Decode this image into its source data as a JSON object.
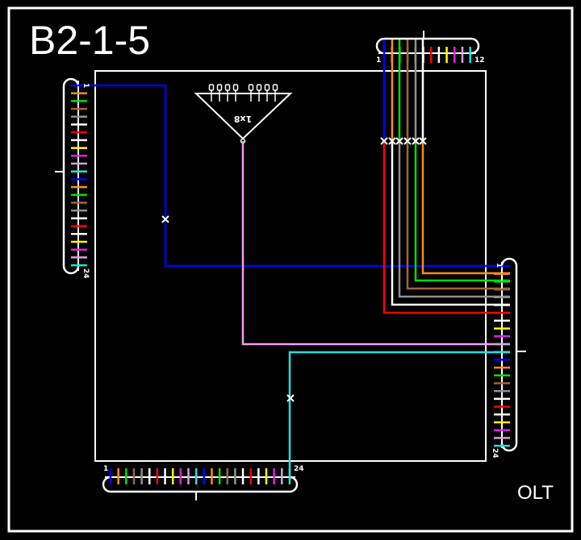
{
  "title": "B2-1-5",
  "equipment_label": "OLT",
  "splitter": {
    "label": "1x8",
    "ports": 8
  },
  "fiber_colors": [
    "#0000ff",
    "#ff8c1a",
    "#00e000",
    "#a0643c",
    "#909090",
    "#ffffff",
    "#ff0000",
    "#ffffff",
    "#ffff00",
    "#e020e0",
    "#d8a0d8",
    "#20e0e0"
  ],
  "cables": {
    "left": {
      "name": "left-cable",
      "fibers": 24,
      "start_label": "1",
      "end_label": "24"
    },
    "top": {
      "name": "top-cable",
      "fibers": 12,
      "start_label": "1",
      "end_label": "12"
    },
    "right": {
      "name": "right-cable",
      "fibers": 24,
      "start_label": "1",
      "end_label": "24"
    },
    "bottom": {
      "name": "bottom-cable",
      "fibers": 24,
      "start_label": "1",
      "end_label": "24"
    }
  },
  "connections": [
    {
      "from": "left-cable fiber 1",
      "to": "right-cable fiber 1",
      "color": "#0000ff",
      "cut_marks": 1
    },
    {
      "from": "top-cable fiber 1",
      "to": "right-cable fiber 7",
      "color": "#0000ff / #ff0000",
      "cut_marks": 1
    },
    {
      "from": "top-cable fiber 2",
      "to": "right-cable fiber 6",
      "color": "#ff8c1a / #ffffff",
      "cut_marks": 1
    },
    {
      "from": "top-cable fiber 3",
      "to": "right-cable fiber 5",
      "color": "#00e000 / #909090",
      "cut_marks": 1
    },
    {
      "from": "top-cable fiber 4",
      "to": "right-cable fiber 4",
      "color": "#a0643c",
      "cut_marks": 1
    },
    {
      "from": "top-cable fiber 5",
      "to": "right-cable fiber 3",
      "color": "#909090 / #00e000",
      "cut_marks": 1
    },
    {
      "from": "top-cable fiber 6",
      "to": "right-cable fiber 2",
      "color": "#ffffff / #ff8c1a",
      "cut_marks": 1
    },
    {
      "from": "splitter 1x8 input",
      "to": "right-cable fiber 11",
      "color": "#f0a0f0",
      "cut_marks": 0
    },
    {
      "from": "bottom-cable fiber 24",
      "to": "right-cable fiber 12",
      "color": "#20e0e0",
      "cut_marks": 1
    }
  ]
}
